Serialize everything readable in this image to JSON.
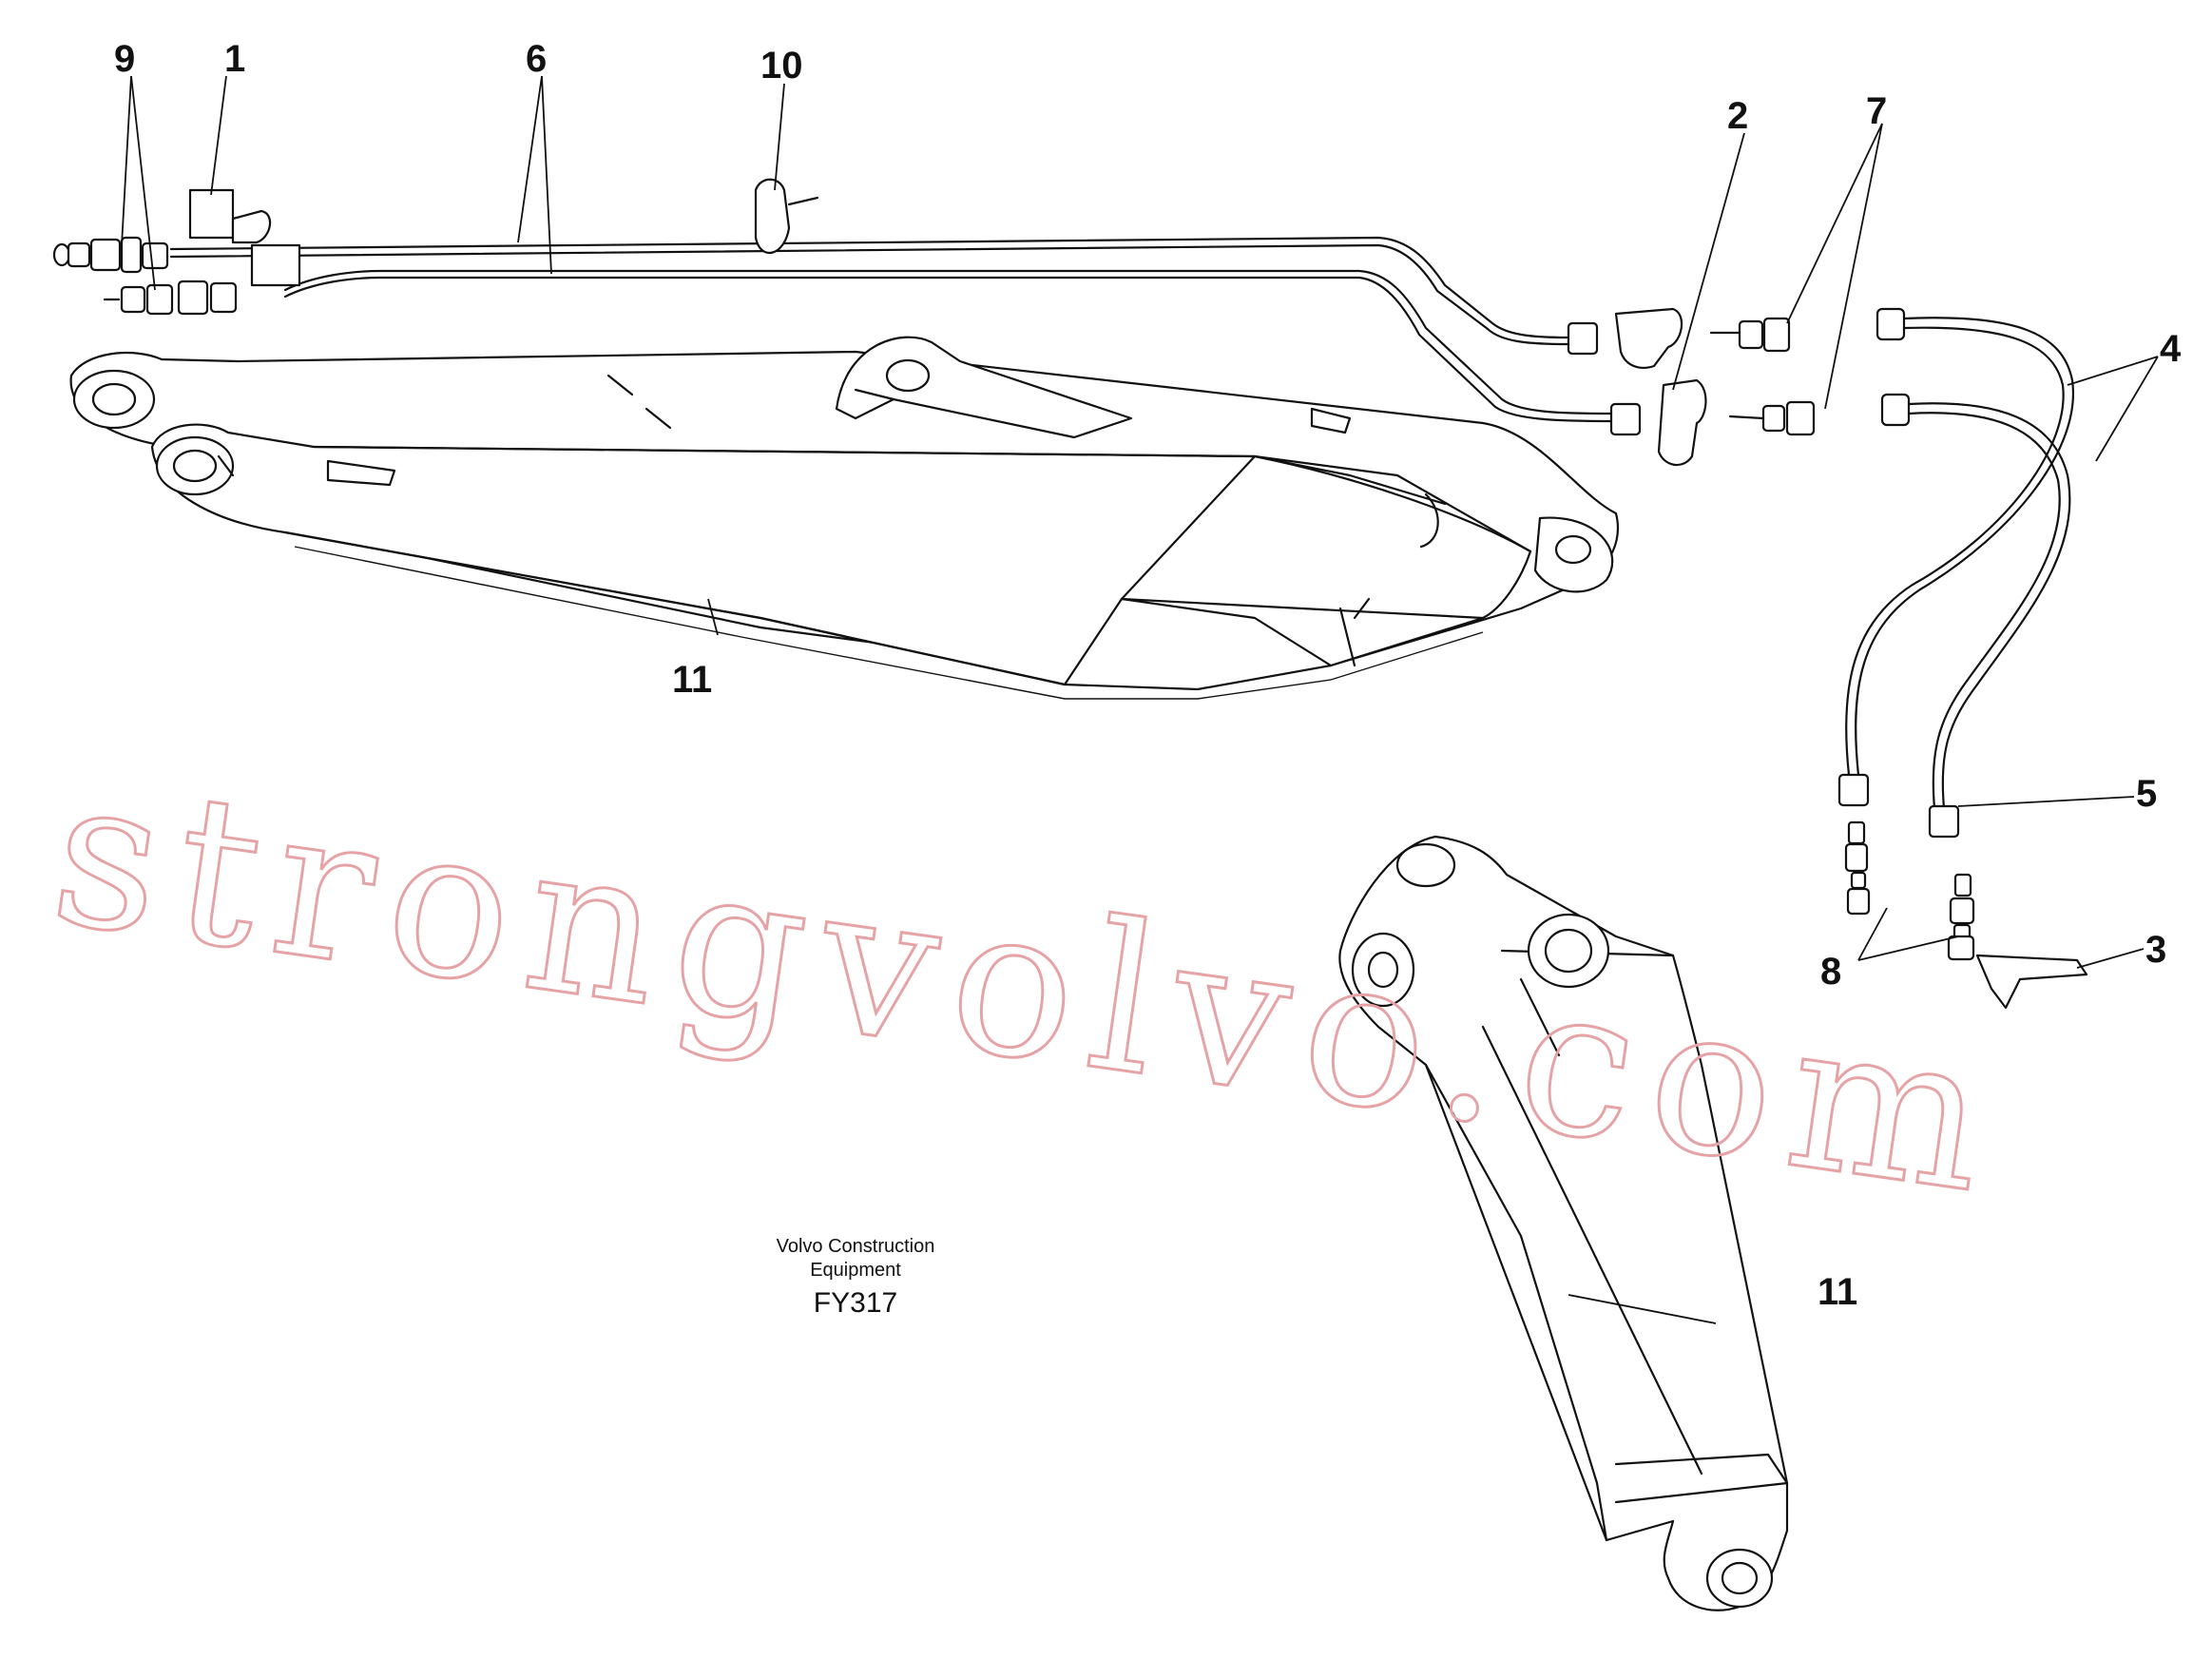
{
  "callouts": {
    "c1": "1",
    "c2": "2",
    "c3": "3",
    "c4": "4",
    "c5": "5",
    "c6": "6",
    "c7": "7",
    "c8": "8",
    "c9": "9",
    "c10": "10",
    "c11a": "11",
    "c11b": "11"
  },
  "caption": {
    "line1": "Volvo Construction",
    "line2": "Equipment",
    "code": "FY317"
  },
  "watermark": "strongvolvo.com",
  "colors": {
    "ink": "#111111",
    "watermark": "#e6a3a6",
    "background": "#ffffff"
  }
}
